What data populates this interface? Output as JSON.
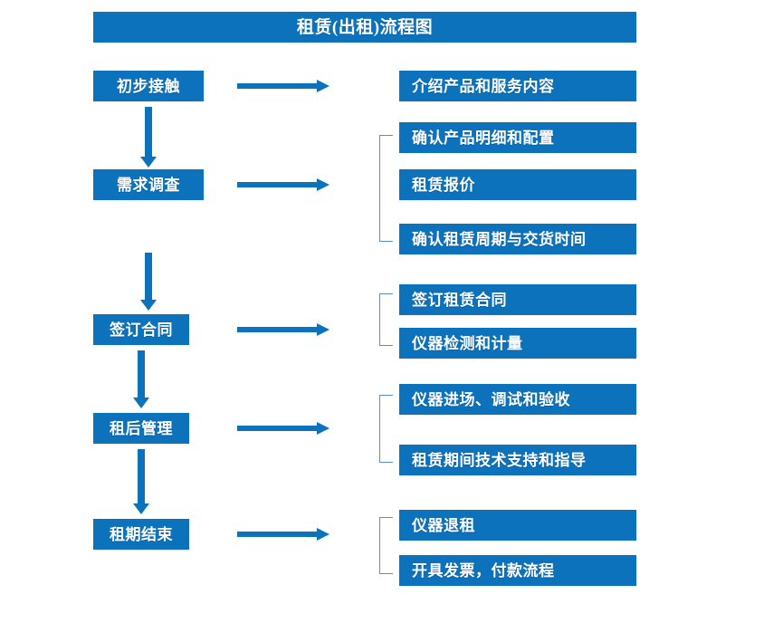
{
  "diagram": {
    "title": "租赁(出租)流程图",
    "colors": {
      "box_fill": "#0C72BC",
      "box_text": "#FFFFFF",
      "arrow": "#0C72BC",
      "bracket": "#5B8FC9",
      "background": "#FFFFFF"
    },
    "stages": [
      {
        "label": "初步接触"
      },
      {
        "label": "需求调查"
      },
      {
        "label": "签订合同"
      },
      {
        "label": "租后管理"
      },
      {
        "label": "租期结束"
      }
    ],
    "details": [
      {
        "label": "介绍产品和服务内容"
      },
      {
        "label": "确认产品明细和配置"
      },
      {
        "label": "租赁报价"
      },
      {
        "label": "确认租赁周期与交货时间"
      },
      {
        "label": "签订租赁合同"
      },
      {
        "label": "仪器检测和计量"
      },
      {
        "label": "仪器进场、调试和验收"
      },
      {
        "label": "租赁期间技术支持和指导"
      },
      {
        "label": "仪器退租"
      },
      {
        "label": "开具发票，付款流程"
      }
    ],
    "connectors": {
      "horizontal_arrows": 5,
      "vertical_arrows": 4,
      "brackets": 4
    }
  }
}
